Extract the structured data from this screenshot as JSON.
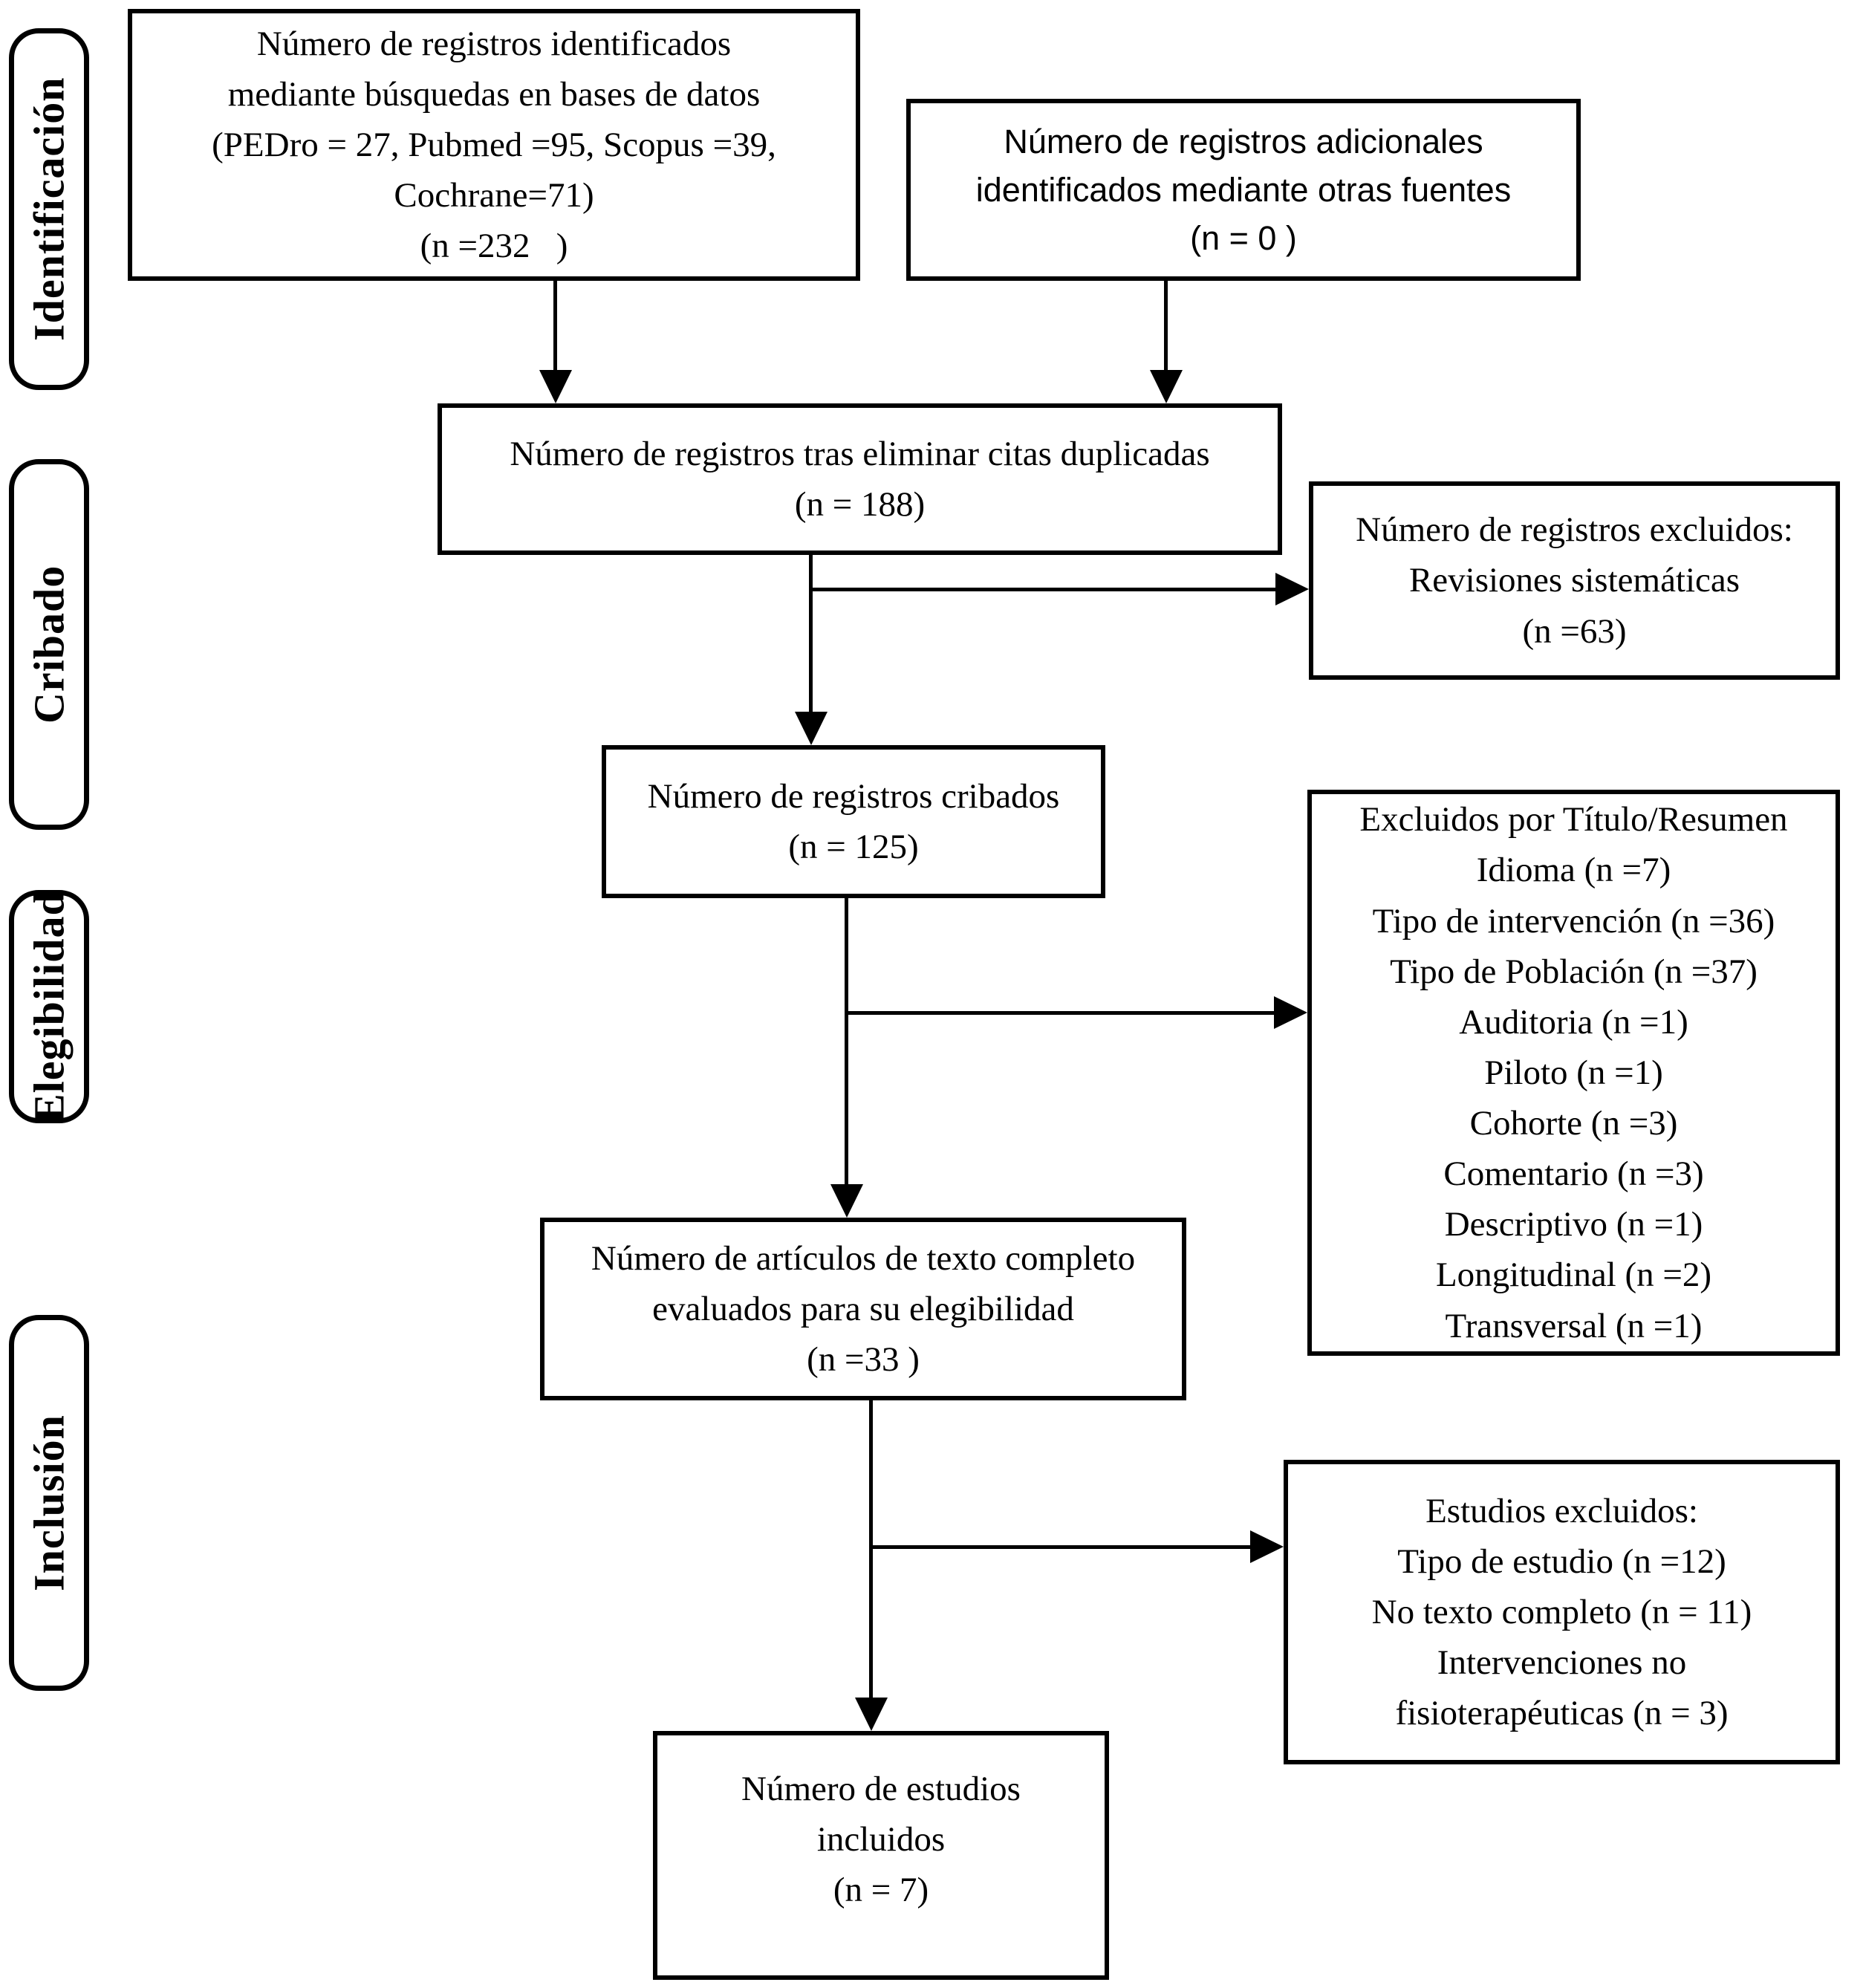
{
  "diagram": {
    "colors": {
      "line": "#000000",
      "background": "#ffffff"
    },
    "stages": [
      {
        "label": "Identificación"
      },
      {
        "label": "Cribado"
      },
      {
        "label": "Elegibilidad"
      },
      {
        "label": "Inclusión"
      }
    ],
    "boxes": {
      "identified": {
        "lines": [
          "Número de registros identificados",
          "mediante búsquedas en bases de datos",
          "(PEDro = 27, Pubmed =95, Scopus =39,",
          "Cochrane=71)",
          "(n =232   )"
        ]
      },
      "additional": {
        "lines": [
          "Número de registros adicionales",
          "identificados mediante otras fuentes",
          "(n = 0 )"
        ]
      },
      "deduplicated": {
        "lines": [
          "Número de registros tras eliminar citas duplicadas",
          "(n = 188)"
        ]
      },
      "excluded_systematic": {
        "lines": [
          "Número de registros excluidos:",
          "Revisiones sistemáticas",
          "(n =63)"
        ]
      },
      "screened": {
        "lines": [
          "Número de registros cribados",
          "(n = 125)"
        ]
      },
      "excluded_title_abstract": {
        "lines": [
          "Excluidos por Título/Resumen",
          "Idioma (n =7)",
          "Tipo de intervención (n =36)",
          "Tipo de Población (n =37)",
          "Auditoria (n =1)",
          "Piloto (n =1)",
          "Cohorte (n =3)",
          "Comentario (n =3)",
          "Descriptivo (n =1)",
          "Longitudinal (n =2)",
          "Transversal (n =1)"
        ]
      },
      "fulltext": {
        "lines": [
          "Número de artículos de texto completo",
          "evaluados para su elegibilidad",
          "(n =33 )"
        ]
      },
      "excluded_studies": {
        "lines": [
          "Estudios excluidos:",
          "Tipo de estudio (n =12)",
          "No texto completo (n = 11)",
          "Intervenciones no",
          "fisioterapéuticas (n = 3)"
        ]
      },
      "included": {
        "lines": [
          "Número de estudios",
          "incluidos",
          "(n = 7)"
        ]
      }
    }
  }
}
